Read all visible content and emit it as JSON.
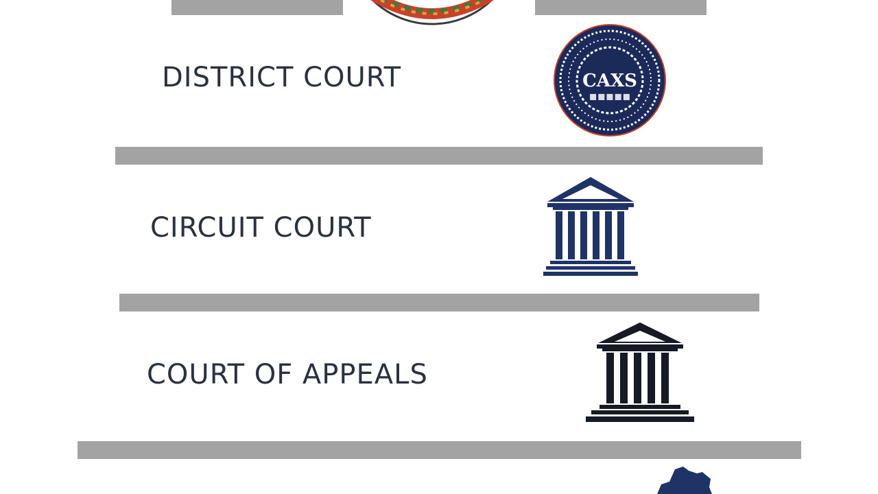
{
  "levels": [
    {
      "label": "DISTRICT COURT",
      "icon": "court-seal-icon",
      "seal_text": "CAXS"
    },
    {
      "label": "CIRCUIT COURT",
      "icon": "courthouse-icon"
    },
    {
      "label": "COURT OF APPEALS",
      "icon": "courthouse-icon"
    }
  ],
  "colors": {
    "bar": "#a3a3a3",
    "text": "#2a3140",
    "navy": "#1f3366",
    "dark": "#161a24",
    "accent_red": "#c8422a",
    "accent_green": "#3f7a3a"
  }
}
